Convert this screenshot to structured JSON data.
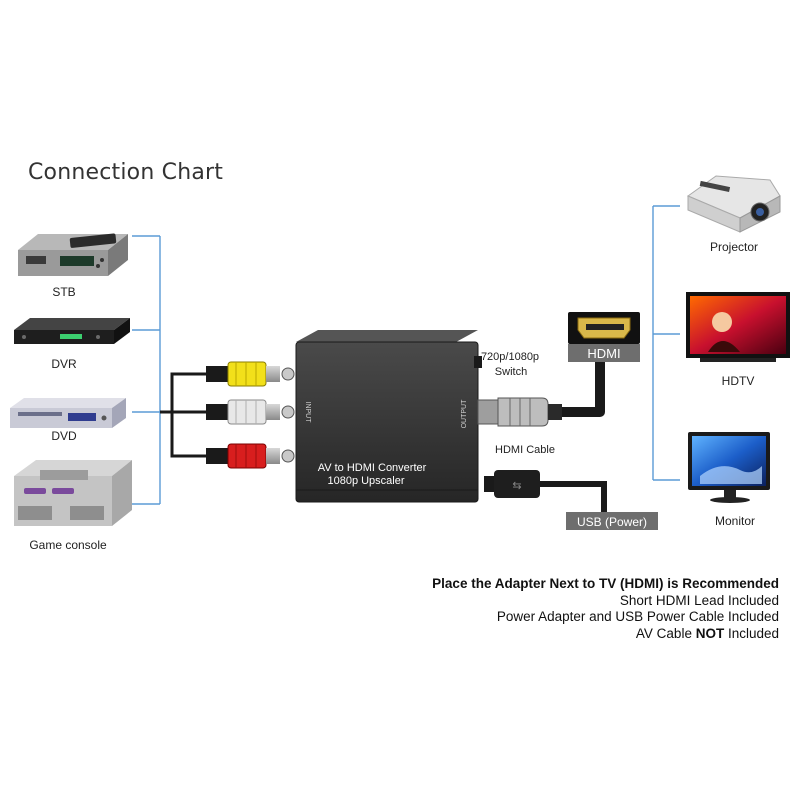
{
  "title": "Connection Chart",
  "sources": [
    {
      "label": "STB",
      "icon": "stb-icon"
    },
    {
      "label": "DVR",
      "icon": "dvr-icon"
    },
    {
      "label": "DVD",
      "icon": "dvd-icon"
    },
    {
      "label": "Game console",
      "icon": "game-console-icon"
    }
  ],
  "displays": [
    {
      "label": "Projector",
      "icon": "projector-icon"
    },
    {
      "label": "HDTV",
      "icon": "hdtv-icon"
    },
    {
      "label": "Monitor",
      "icon": "monitor-icon"
    }
  ],
  "converter": {
    "name_line1": "AV to HDMI Converter",
    "name_line2": "1080p Upscaler",
    "input_label": "INPUT",
    "output_label": "OUTPUT"
  },
  "switch_label_line1": "720p/1080p",
  "switch_label_line2": "Switch",
  "hdmi_badge": "HDMI",
  "hdmi_cable_label": "HDMI Cable",
  "usb_badge": "USB (Power)",
  "notes": {
    "heading": "Place the Adapter Next to TV (HDMI) is Recommended",
    "line1": "Short HDMI Lead Included",
    "line2": "Power Adapter and USB Power Cable Included",
    "line3_prefix": "AV Cable ",
    "line3_bold": "NOT",
    "line3_suffix": " Included"
  },
  "colors": {
    "bracket": "#5b9bd5",
    "rca_yellow": "#f2e01a",
    "rca_white": "#e8e8e8",
    "rca_red": "#d81e1e",
    "converter_body": "#2f2f2f",
    "badge_bg": "#6e6e6e"
  }
}
